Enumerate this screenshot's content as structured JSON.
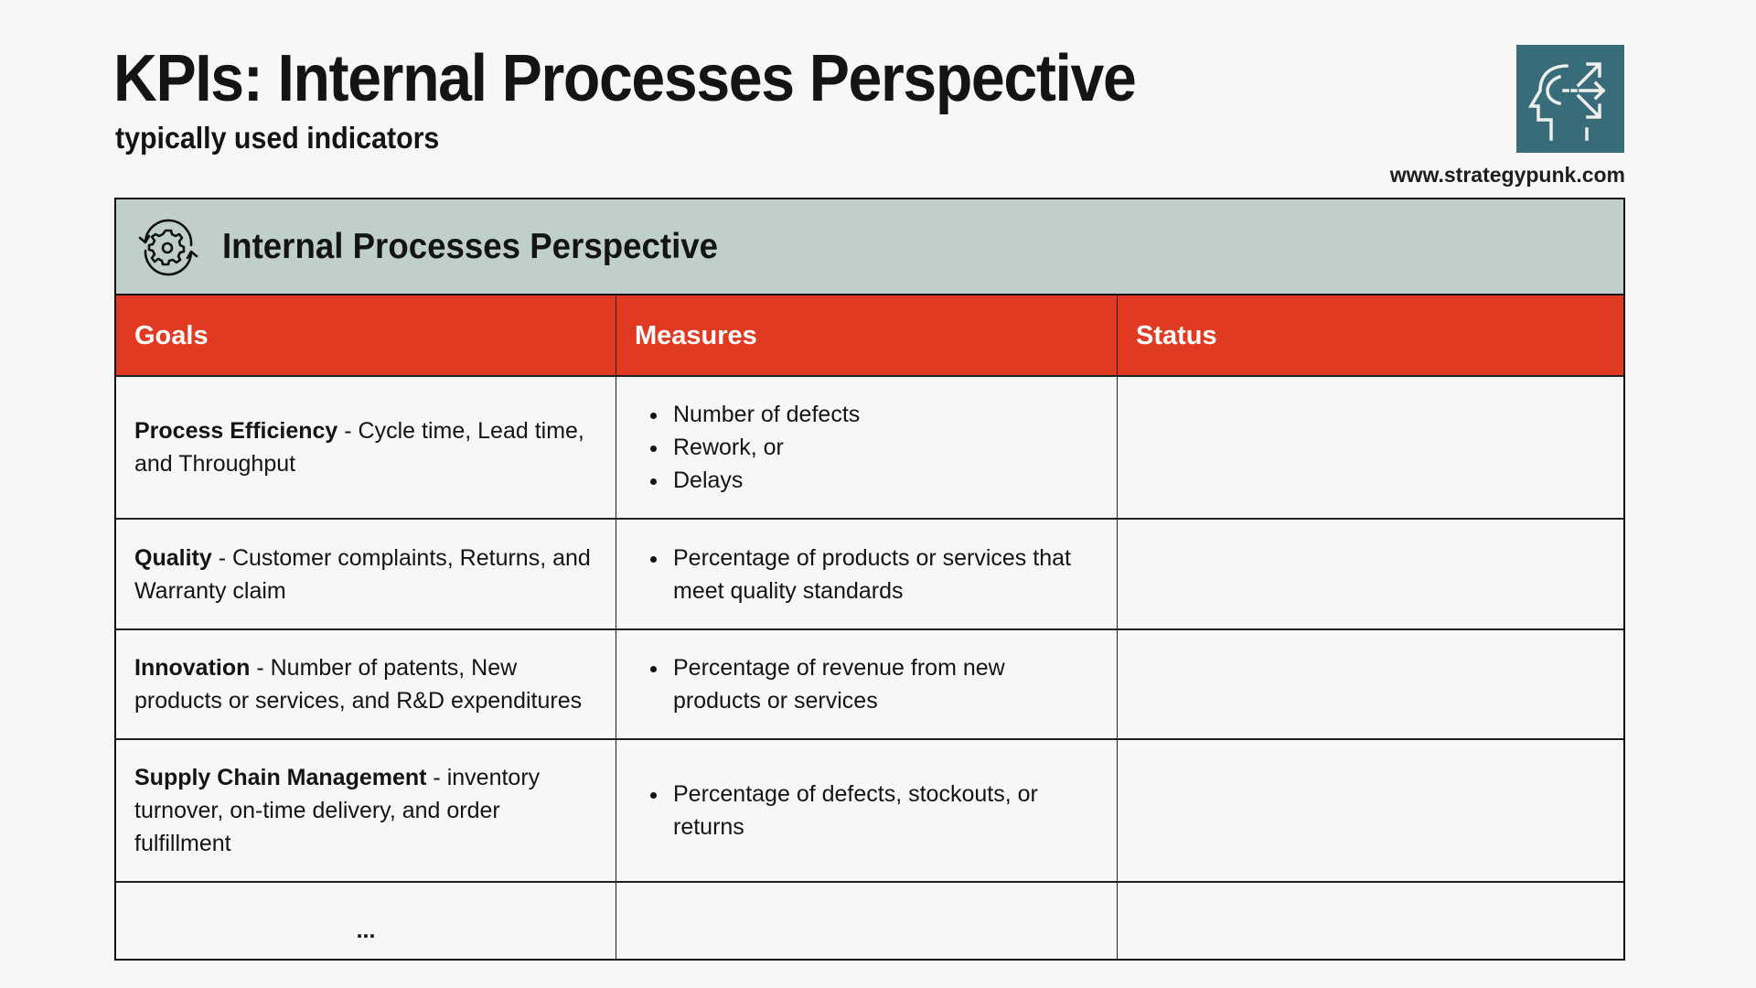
{
  "header": {
    "title": "KPIs: Internal Processes Perspective",
    "subtitle": "typically used indicators",
    "website": "www.strategypunk.com",
    "logo_icon": "head-with-arrows-icon"
  },
  "colors": {
    "background": "#f7f7f5",
    "band": "#c0d0c8",
    "header_row": "#e03a22",
    "logo": "#386c7a",
    "border": "#111111"
  },
  "table": {
    "band_title": "Internal Processes Perspective",
    "band_icon": "gear-cycle-icon",
    "columns": [
      "Goals",
      "Measures",
      "Status"
    ],
    "rows": [
      {
        "goal_title": "Process Efficiency",
        "goal_desc": " - Cycle time, Lead time, and Throughput",
        "measures": [
          "Number of defects",
          "Rework, or",
          "Delays"
        ],
        "status": ""
      },
      {
        "goal_title": "Quality",
        "goal_desc": " - Customer complaints, Returns, and Warranty claim",
        "measures": [
          "Percentage of products or services that meet quality standards"
        ],
        "status": ""
      },
      {
        "goal_title": "Innovation",
        "goal_desc": " - Number of patents, New products or services, and R&D expenditures",
        "measures": [
          "Percentage of revenue from new products or services"
        ],
        "status": ""
      },
      {
        "goal_title": "Supply Chain Management",
        "goal_desc": " - inventory turnover, on-time delivery, and order fulfillment",
        "measures": [
          "Percentage of defects, stockouts, or returns"
        ],
        "status": ""
      },
      {
        "goal_title": "...",
        "goal_desc": "",
        "measures": [],
        "status": ""
      }
    ]
  }
}
